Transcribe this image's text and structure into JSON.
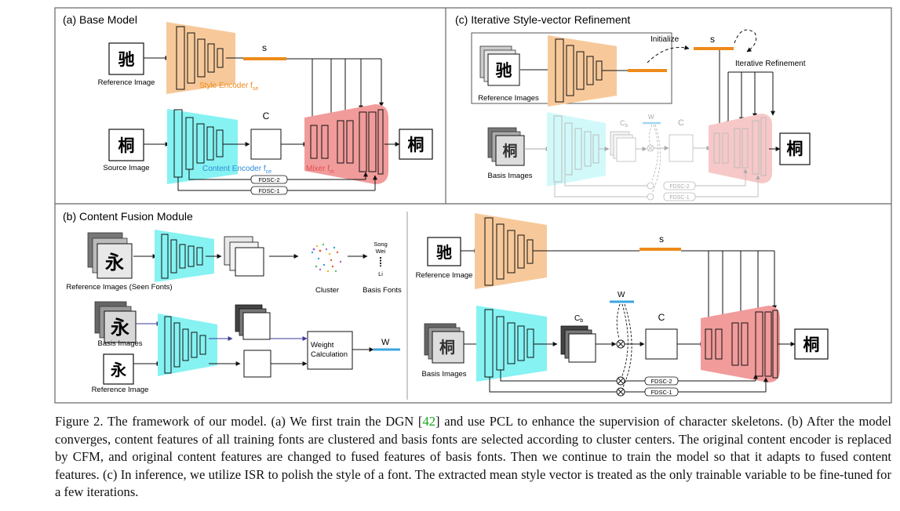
{
  "figure": {
    "panel_a": {
      "title": "(a) Base Model",
      "reference_label": "Reference Image",
      "source_label": "Source Image",
      "style_encoder_label": "Style Encoder f",
      "style_encoder_sub": "se",
      "content_encoder_label": "Content Encoder f",
      "content_encoder_sub": "ce",
      "mixer_label": "Mixer f",
      "mixer_sub": "m",
      "s_label": "s",
      "c_label": "C",
      "fdsc2": "FDSC-2",
      "fdsc1": "FDSC-1",
      "ref_char": "驰",
      "src_char": "桐",
      "out_char": "桐"
    },
    "panel_b": {
      "title": "(b) Content Fusion Module",
      "reference_seen_label": "Reference Images (Seen Fonts)",
      "basis_images_label": "Basis Images",
      "reference_label": "Reference Image",
      "cluster_label": "Cluster",
      "basis_fonts_label": "Basis Fonts",
      "font_song": "Song",
      "font_wei": "Wei",
      "font_li": "Li",
      "weight_calc_line1": "Weight",
      "weight_calc_line2": "Calculation",
      "w_label": "W",
      "yong_char": "永"
    },
    "panel_b_right": {
      "reference_label": "Reference Image",
      "basis_images_label": "Basis Images",
      "s_label": "s",
      "w_label": "W",
      "cb_label": "C",
      "cb_sub": "b",
      "c_label": "C",
      "fdsc2": "FDSC-2",
      "fdsc1": "FDSC-1",
      "ref_char": "驰",
      "basis_char": "桐",
      "out_char": "桐"
    },
    "panel_c": {
      "title": "(c) Iterative Style-vector Refinement",
      "initialize_label": "Initialize",
      "s_label": "s",
      "iterative_label": "Iterative Refinement",
      "reference_images_label": "Reference Images",
      "basis_images_label": "Basis Images",
      "cb_label": "C",
      "cb_sub": "b",
      "w_label": "W",
      "c_label": "C",
      "fdsc2": "FDSC-2",
      "fdsc1": "FDSC-1",
      "ref_char": "驰",
      "basis_char": "桐",
      "out_char": "桐"
    }
  },
  "caption": {
    "part1": "Figure 2. The framework of our model. (a) We first train the DGN [",
    "cite": "42",
    "part2": "] and use PCL to enhance the supervision of character skeletons. (b) After the model converges, content features of all training fonts are clustered and basis fonts are selected according to cluster centers. The original content encoder is replaced by CFM, and original content features are changed to fused features of basis fonts. Then we continue to train the model so that it adapts to fused content features. (c) In inference, we utilize ISR to polish the style of a font. The extracted mean style vector is treated as the only trainable variable to be fine-tuned for a few iterations."
  },
  "colors": {
    "style_encoder": "#f7c99a",
    "content_encoder": "#86f2f2",
    "mixer": "#f19b9b",
    "style_vector": "#ee8a1a",
    "weight_vector": "#3aa5e0",
    "content_label": "#2e8bd9",
    "mixer_label": "#e05050"
  }
}
